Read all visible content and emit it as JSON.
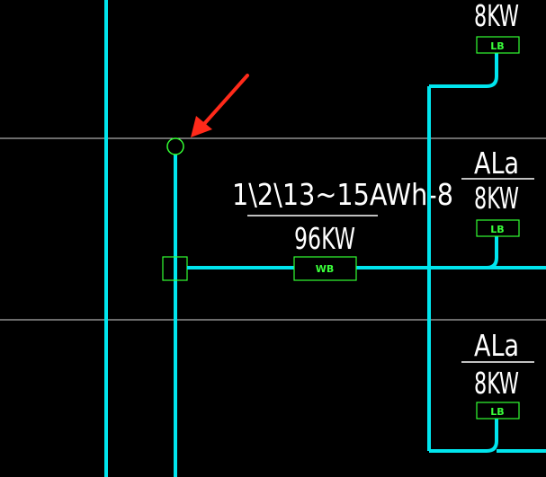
{
  "colors": {
    "background": "#000000",
    "busbar": "#00e5ee",
    "device": "#33ff33",
    "crosshair": "#d8d8d8",
    "text": "#ffffff",
    "arrow": "#ff2a1a"
  },
  "feeder_main": {
    "label": "1\\2\\13~15AWh-8",
    "power": "96KW",
    "box_code": "WB"
  },
  "panels": [
    {
      "name": "",
      "power": "8KW",
      "box_code": "LB"
    },
    {
      "name": "ALa",
      "power": "8KW",
      "box_code": "LB"
    },
    {
      "name": "ALa",
      "power": "8KW",
      "box_code": "LB"
    }
  ],
  "markers": {
    "arrow_icon": "red-arrow-pointer",
    "node_icon": "green-circle-node"
  }
}
